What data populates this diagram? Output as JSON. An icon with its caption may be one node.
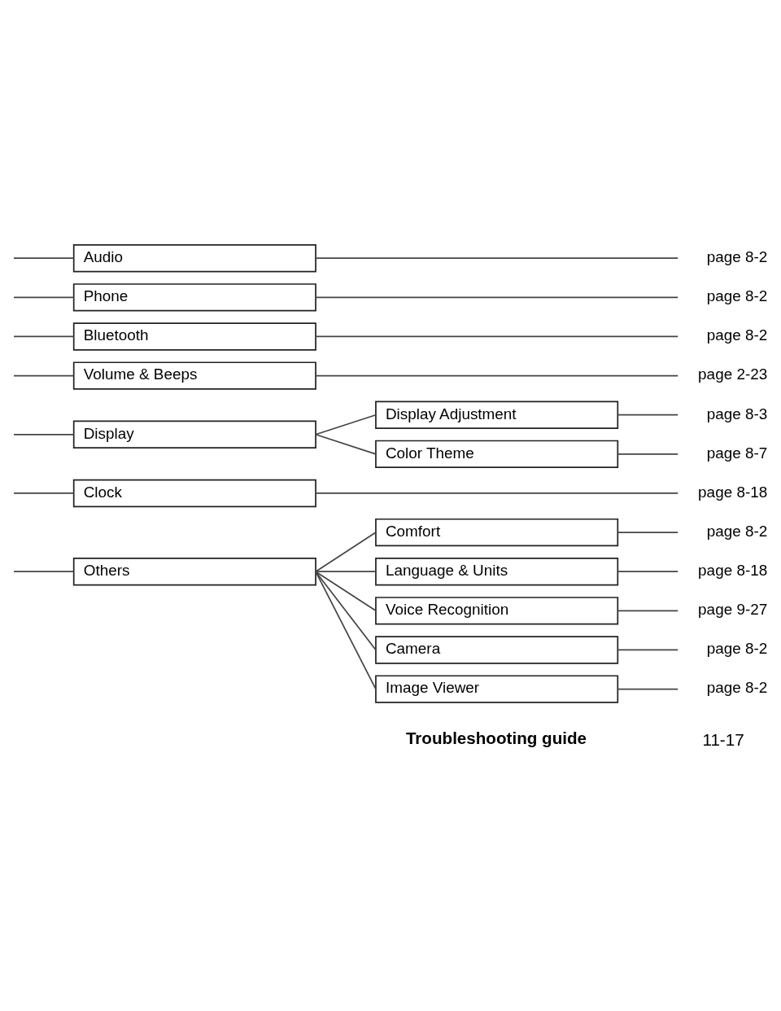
{
  "diagram": {
    "nodes": [
      {
        "text": [
          "Audio"
        ]
      },
      {
        "text": [
          "page 8-2"
        ]
      },
      {
        "text": [
          "Phone"
        ]
      },
      {
        "text": [
          "page 8-2"
        ]
      },
      {
        "text": [
          "Bluetooth"
        ]
      },
      {
        "text": [
          "page 8-2"
        ]
      },
      {
        "text": [
          "Volume & Beeps"
        ]
      },
      {
        "text": [
          "page 2-23"
        ]
      },
      {
        "text": [
          "Display"
        ]
      },
      {
        "text": [
          "Display Adjustment"
        ]
      },
      {
        "text": [
          "page 8-3"
        ]
      },
      {
        "text": [
          "Color Theme"
        ]
      },
      {
        "text": [
          "page 8-7"
        ]
      },
      {
        "text": [
          "Clock"
        ]
      },
      {
        "text": [
          "page 8-18"
        ]
      },
      {
        "text": [
          "Others"
        ]
      },
      {
        "text": [
          "Comfort"
        ]
      },
      {
        "text": [
          "page 8-2"
        ]
      },
      {
        "text": [
          "Language & Units"
        ]
      },
      {
        "text": [
          "page 8-18"
        ]
      },
      {
        "text": [
          "Voice Recognition"
        ]
      },
      {
        "text": [
          "page 9-27"
        ]
      },
      {
        "text": [
          "Camera"
        ]
      },
      {
        "text": [
          "page 8-2"
        ]
      },
      {
        "text": [
          "Image Viewer"
        ]
      },
      {
        "text": [
          "page 8-2"
        ]
      }
    ],
    "edges": [
      {
        "from": null,
        "to": 0,
        "arrow": "none"
      },
      {
        "from": null,
        "to": 2,
        "arrow": "none"
      },
      {
        "from": null,
        "to": 4,
        "arrow": "none"
      },
      {
        "from": null,
        "to": 6,
        "arrow": "none"
      },
      {
        "from": null,
        "to": 8,
        "arrow": "none"
      },
      {
        "from": null,
        "to": 13,
        "arrow": "none"
      },
      {
        "from": null,
        "to": 15,
        "arrow": "none"
      },
      {
        "from": 0,
        "to": 1,
        "arrow": "none"
      },
      {
        "from": 2,
        "to": 3,
        "arrow": "none"
      },
      {
        "from": 4,
        "to": 5,
        "arrow": "none"
      },
      {
        "from": 6,
        "to": 7,
        "arrow": "none"
      },
      {
        "from": 8,
        "to": 9,
        "arrow": "none"
      },
      {
        "from": 8,
        "to": 11,
        "arrow": "none"
      },
      {
        "from": 9,
        "to": 10,
        "arrow": "none"
      },
      {
        "from": 11,
        "to": 12,
        "arrow": "none"
      },
      {
        "from": 13,
        "to": 14,
        "arrow": "none"
      },
      {
        "from": 15,
        "to": 16,
        "arrow": "none"
      },
      {
        "from": 15,
        "to": 18,
        "arrow": "none"
      },
      {
        "from": 15,
        "to": 20,
        "arrow": "none"
      },
      {
        "from": 15,
        "to": 22,
        "arrow": "none"
      },
      {
        "from": 15,
        "to": 24,
        "arrow": "none"
      },
      {
        "from": 16,
        "to": 17,
        "arrow": "none"
      },
      {
        "from": 18,
        "to": 19,
        "arrow": "none"
      },
      {
        "from": 20,
        "to": 21,
        "arrow": "none"
      },
      {
        "from": 22,
        "to": 23,
        "arrow": "none"
      },
      {
        "from": 24,
        "to": 25,
        "arrow": "none"
      }
    ],
    "labels": [
      "Troubleshooting guide",
      "11-17"
    ]
  }
}
